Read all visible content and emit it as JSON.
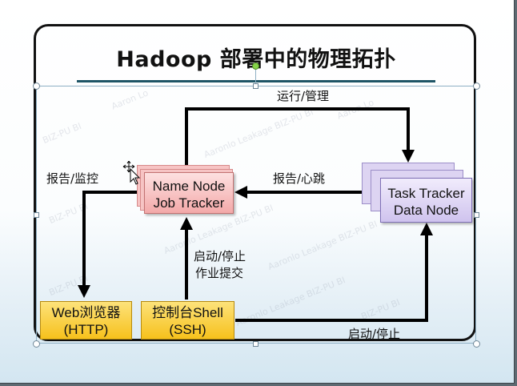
{
  "slide": {
    "title": "Hadoop 部署中的物理拓扑"
  },
  "nodes": {
    "name_node": {
      "line1": "Name Node",
      "line2": "Job Tracker"
    },
    "task_tracker": {
      "line1": "Task Tracker",
      "line2": "Data Node"
    },
    "web_browser": {
      "line1": "Web浏览器",
      "line2": "(HTTP)"
    },
    "console": {
      "line1": "控制台Shell",
      "line2": "(SSH)"
    }
  },
  "edges": {
    "run_manage": "运行/管理",
    "report_heartbeat": "报告/心跳",
    "report_monitor": "报告/监控",
    "start_stop_submit_line1": "启动/停止",
    "start_stop_submit_line2": "作业提交",
    "start_stop": "启动/停止"
  },
  "colors": {
    "title_rule": "#1e5566",
    "name_node_fill": "#f3a9a9",
    "task_tracker_fill": "#cfc3ee",
    "client_fill": "#f6c11c",
    "arrow": "#000000"
  },
  "icons": {
    "cursor": "move-cursor-icon",
    "rotate_handle": "rotate-handle-icon"
  }
}
